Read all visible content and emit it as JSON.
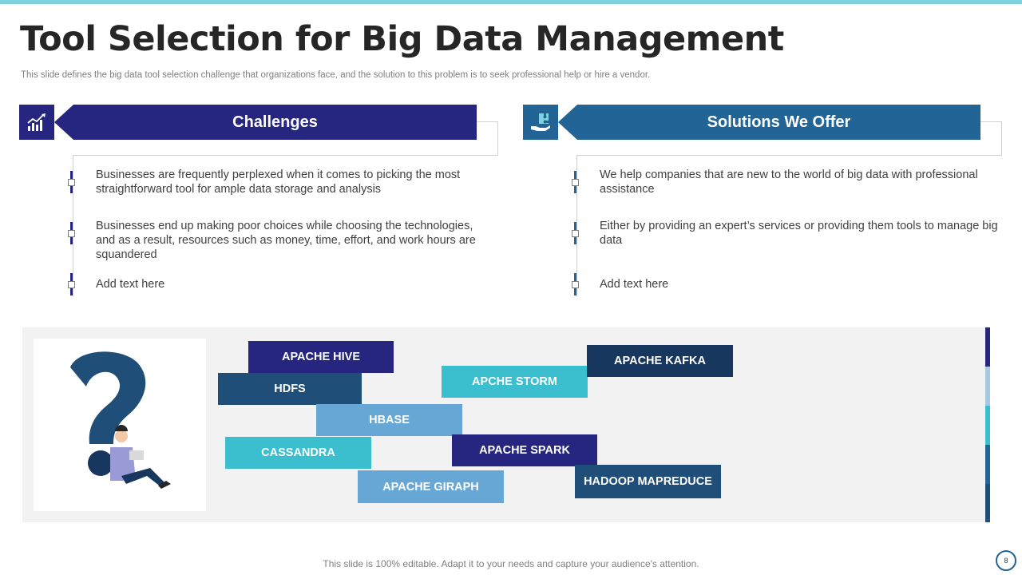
{
  "title": "Tool Selection for Big Data Management",
  "subtitle": "This slide defines the big data tool selection challenge that organizations face, and the solution to this problem is to seek professional help or hire a vendor.",
  "challenges": {
    "heading": "Challenges",
    "icon": "growth-chart-icon",
    "items": [
      "Businesses are frequently perplexed when it comes to picking the most straightforward tool for ample data storage and analysis",
      "Businesses end up making poor choices while choosing the technologies, and as a result, resources such as money, time, effort, and work hours are squandered",
      "Add text here"
    ]
  },
  "solutions": {
    "heading": "Solutions We Offer",
    "icon": "hand-puzzle-icon",
    "items": [
      "We help companies that are new to the world of big data with professional assistance",
      "Either by providing an expert’s services or providing them tools to manage big data",
      "Add text here"
    ]
  },
  "tools": [
    {
      "label": "APACHE HIVE",
      "color": "#262680"
    },
    {
      "label": "HDFS",
      "color": "#1f4e79"
    },
    {
      "label": "APCHE STORM",
      "color": "#3bbfcf"
    },
    {
      "label": "APACHE KAFKA",
      "color": "#17375e"
    },
    {
      "label": "HBASE",
      "color": "#66a7d6"
    },
    {
      "label": "CASSANDRA",
      "color": "#3bbfcf"
    },
    {
      "label": "APACHE SPARK",
      "color": "#262680"
    },
    {
      "label": "HADOOP MAPREDUCE",
      "color": "#1f4e79"
    },
    {
      "label": "APACHE GIRAPH",
      "color": "#66a7d6"
    }
  ],
  "illustration": "question-mark-person-icon",
  "footer": "This slide is 100% editable. Adapt it to your needs and capture your audience's attention.",
  "page_number": "8",
  "colors": {
    "accent_top": "#7fd3de",
    "navy": "#262680",
    "blue": "#236497",
    "cyan": "#3bbfcf",
    "light_blue": "#66a7d6",
    "dark_navy": "#17375e"
  }
}
